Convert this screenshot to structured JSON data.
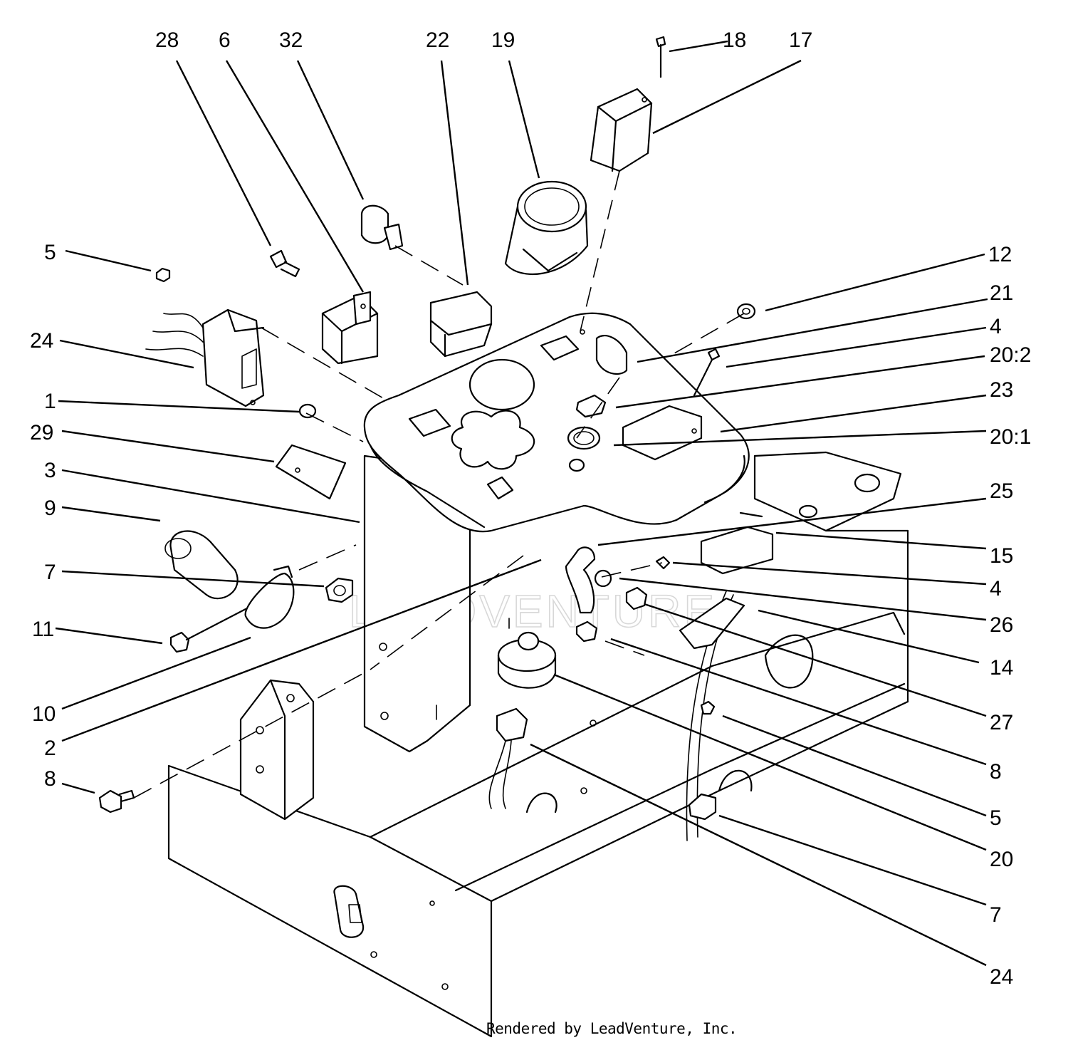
{
  "diagram": {
    "callouts": [
      "28",
      "6",
      "32",
      "22",
      "19",
      "18",
      "17",
      "5",
      "24",
      "1",
      "29",
      "3",
      "9",
      "7",
      "11",
      "10",
      "2",
      "8",
      "12",
      "21",
      "4",
      "20:2",
      "23",
      "20:1",
      "25",
      "15",
      "4",
      "26",
      "14",
      "27",
      "8",
      "5",
      "20",
      "7",
      "24"
    ]
  },
  "watermark": {
    "text": "LEADVENTURE"
  },
  "footer": {
    "credit": "Rendered by LeadVenture, Inc."
  }
}
